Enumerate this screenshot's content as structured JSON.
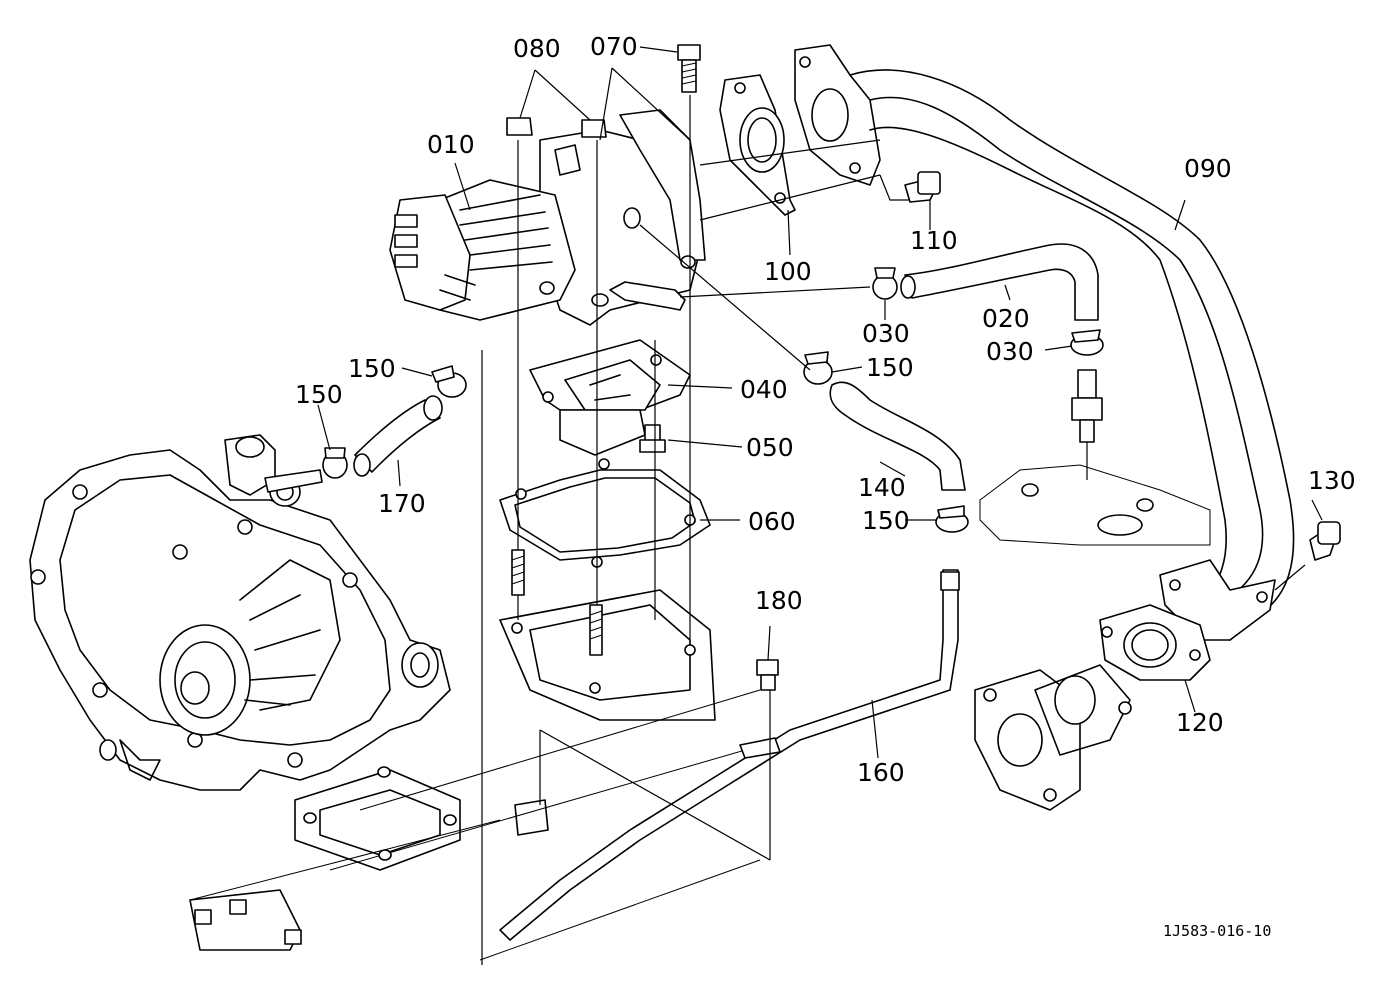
{
  "diagram_ref": "1J583-016-10",
  "parts": {
    "p010": "010",
    "p020": "020",
    "p030": "030",
    "p040": "040",
    "p050": "050",
    "p060": "060",
    "p070": "070",
    "p080": "080",
    "p090": "090",
    "p100": "100",
    "p110": "110",
    "p120": "120",
    "p130": "130",
    "p140": "140",
    "p150": "150",
    "p160": "160",
    "p170": "170",
    "p180": "180"
  }
}
